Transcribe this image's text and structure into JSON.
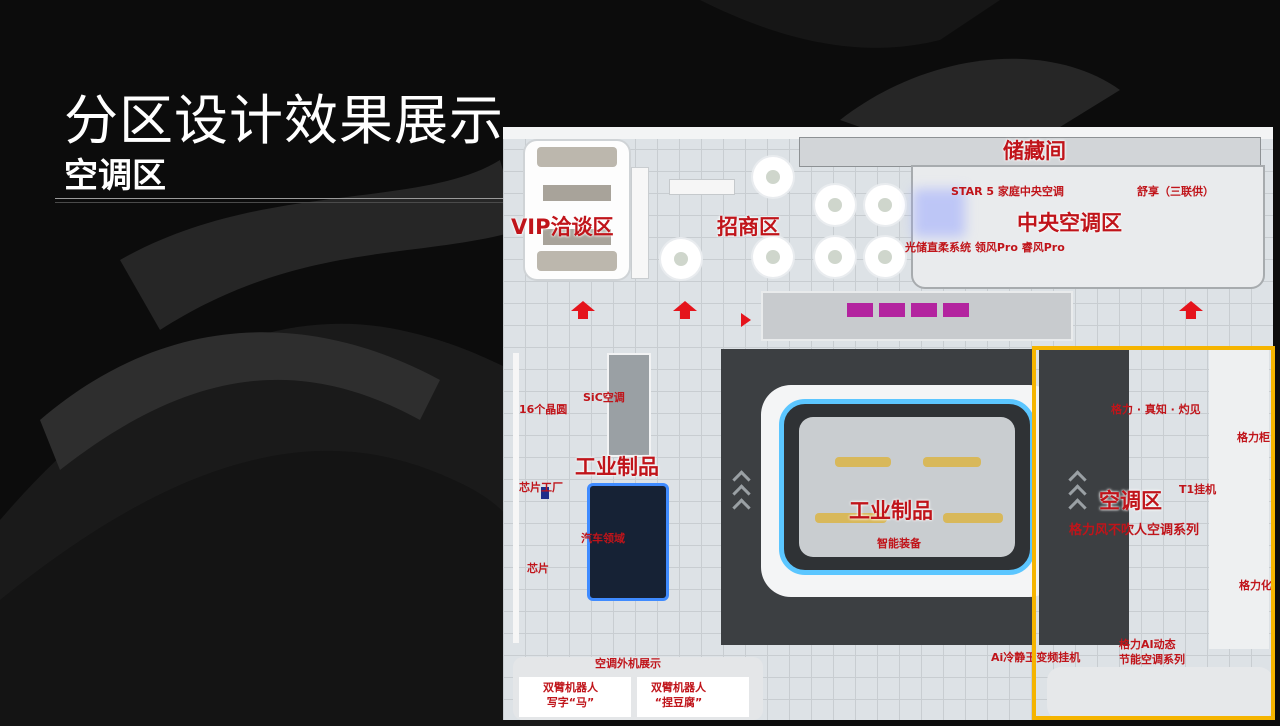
{
  "slide": {
    "title": "分区设计效果展示",
    "subtitle": "空调区"
  },
  "plan": {
    "labels": {
      "storage": "储藏间",
      "vip": "VIP洽谈区",
      "investment": "招商区",
      "central_ac": "中央空调区",
      "star5": "STAR 5 家庭中央空调",
      "shuxiang": "舒享（三联供）",
      "guangchu": "光储直柔系统 领风Pro 睿风Pro",
      "sic": "SiC空调",
      "wafers": "16个晶圆",
      "industrial_left": "工业制品",
      "chip_factory": "芯片工厂",
      "auto": "汽车领域",
      "chip": "芯片",
      "industrial_center": "工业制品",
      "smart_equipment": "智能装备",
      "gree_zhenzhi": "格力 · 真知 · 灼见",
      "gree_edge_1": "格力柜",
      "t1": "T1挂机",
      "ac_zone": "空调区",
      "no_blow": "格力风不吹人空调系列",
      "gree_edge_2": "格力化",
      "outdoor": "空调外机展示",
      "robot_ma": "双臂机器人\n写字“马”",
      "robot_tofu": "双臂机器人\n“捏豆腐”",
      "ai_quiet": "Ai冷静王变频挂机",
      "ai_dynamic": "格力AI动态\n节能空调系列"
    }
  },
  "colors": {
    "label_red": "#c0141a",
    "highlight_frame": "#f5b400",
    "arrow_red": "#e5141c",
    "display_magenta": "#b3249f"
  }
}
